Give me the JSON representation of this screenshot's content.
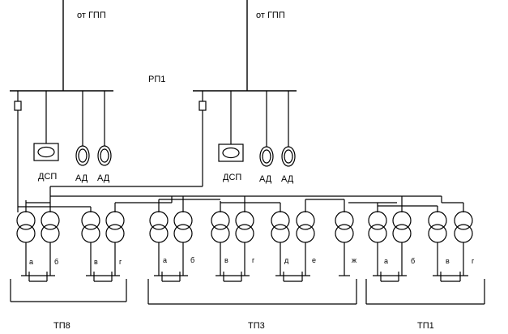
{
  "labels": {
    "source_left": "от ГПП",
    "source_right": "от ГПП",
    "rp": "РП1",
    "dsp_left": "ДСП",
    "dsp_right": "ДСП",
    "ad_1": "АД",
    "ad_2": "АД",
    "ad_3": "АД",
    "ad_4": "АД"
  },
  "substations": [
    {
      "name": "ТП8",
      "transformers": [
        "а",
        "б",
        "в",
        "г"
      ]
    },
    {
      "name": "ТП3",
      "transformers": [
        "а",
        "б",
        "в",
        "г",
        "д",
        "е",
        "ж"
      ]
    },
    {
      "name": "ТП1",
      "transformers": [
        "а",
        "б",
        "в",
        "г"
      ]
    }
  ]
}
